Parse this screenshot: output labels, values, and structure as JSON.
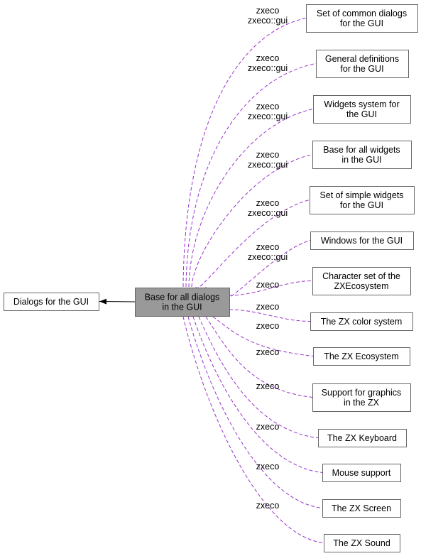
{
  "parent": {
    "lines": [
      "Dialogs for the GUI"
    ]
  },
  "center": {
    "lines": [
      "Base for all dialogs",
      "in the GUI"
    ]
  },
  "colors": {
    "edge": "#9a32cd",
    "box_border": "#666666",
    "current_fill": "#999999"
  },
  "members": [
    {
      "lines": [
        "Set of common dialogs",
        "for the GUI"
      ],
      "label": [
        "zxeco",
        "zxeco::gui"
      ]
    },
    {
      "lines": [
        "General definitions",
        "for the GUI"
      ],
      "label": [
        "zxeco",
        "zxeco::gui"
      ]
    },
    {
      "lines": [
        "Widgets system for",
        "the GUI"
      ],
      "label": [
        "zxeco",
        "zxeco::gui"
      ]
    },
    {
      "lines": [
        "Base for all widgets",
        "in the GUI"
      ],
      "label": [
        "zxeco",
        "zxeco::gui"
      ]
    },
    {
      "lines": [
        "Set of simple widgets",
        "for the GUI"
      ],
      "label": [
        "zxeco",
        "zxeco::gui"
      ]
    },
    {
      "lines": [
        "Windows for the GUI"
      ],
      "label": [
        "zxeco",
        "zxeco::gui"
      ]
    },
    {
      "lines": [
        "Character set of the",
        "ZXEcosystem"
      ],
      "label": [
        "zxeco"
      ]
    },
    {
      "lines": [
        "The ZX color system"
      ],
      "label": [
        "zxeco"
      ]
    },
    {
      "lines": [
        "The ZX Ecosystem"
      ],
      "label": [
        "zxeco"
      ]
    },
    {
      "lines": [
        "Support for graphics",
        "in the ZX"
      ],
      "label": [
        "zxeco"
      ]
    },
    {
      "lines": [
        "The ZX Keyboard"
      ],
      "label": [
        "zxeco"
      ]
    },
    {
      "lines": [
        "Mouse support"
      ],
      "label": [
        "zxeco"
      ]
    },
    {
      "lines": [
        "The ZX Screen"
      ],
      "label": [
        "zxeco"
      ]
    },
    {
      "lines": [
        "The ZX Sound"
      ],
      "label": [
        "zxeco"
      ]
    }
  ]
}
